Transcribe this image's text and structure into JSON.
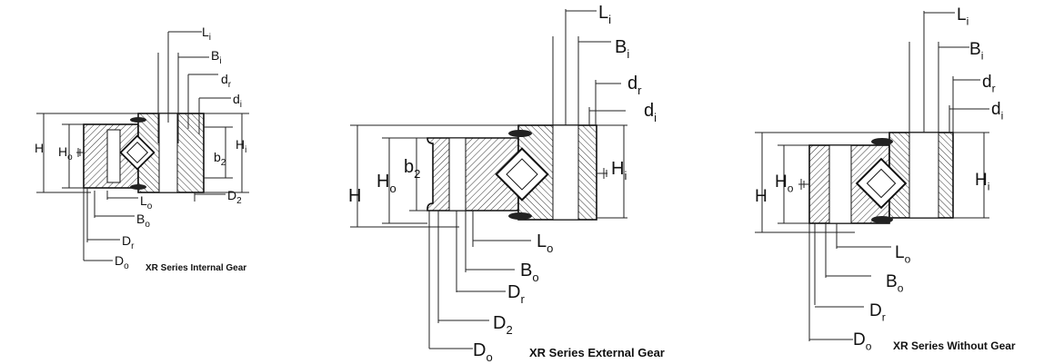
{
  "diagrams": [
    {
      "caption": "XR Series Internal Gear",
      "labels": {
        "Li": [
          "L",
          "i"
        ],
        "Bi": [
          "B",
          "i"
        ],
        "dr": [
          "d",
          "r"
        ],
        "di": [
          "d",
          "i"
        ],
        "H": [
          "H",
          ""
        ],
        "Ho": [
          "H",
          "o"
        ],
        "b2": [
          "b",
          "2"
        ],
        "Hi": [
          "H",
          "i"
        ],
        "D2": [
          "D",
          "2"
        ],
        "Lo": [
          "L",
          "o"
        ],
        "Bo": [
          "B",
          "o"
        ],
        "Dr": [
          "D",
          "r"
        ],
        "Do": [
          "D",
          "o"
        ]
      }
    },
    {
      "caption": "XR Series External Gear",
      "labels": {
        "Li": [
          "L",
          "i"
        ],
        "Bi": [
          "B",
          "i"
        ],
        "dr": [
          "d",
          "r"
        ],
        "di": [
          "d",
          "i"
        ],
        "H": [
          "H",
          ""
        ],
        "Ho": [
          "H",
          "o"
        ],
        "b2": [
          "b",
          "2"
        ],
        "Hi": [
          "H",
          "i"
        ],
        "Lo": [
          "L",
          "o"
        ],
        "Bo": [
          "B",
          "o"
        ],
        "Dr": [
          "D",
          "r"
        ],
        "D2": [
          "D",
          "2"
        ],
        "Do": [
          "D",
          "o"
        ]
      }
    },
    {
      "caption": "XR Series Without Gear",
      "labels": {
        "Li": [
          "L",
          "i"
        ],
        "Bi": [
          "B",
          "i"
        ],
        "dr": [
          "d",
          "r"
        ],
        "di": [
          "d",
          "i"
        ],
        "H": [
          "H",
          ""
        ],
        "Ho": [
          "H",
          "o"
        ],
        "Hi": [
          "H",
          "i"
        ],
        "Lo": [
          "L",
          "o"
        ],
        "Bo": [
          "B",
          "o"
        ],
        "Dr": [
          "D",
          "r"
        ],
        "Do": [
          "D",
          "o"
        ]
      }
    }
  ]
}
